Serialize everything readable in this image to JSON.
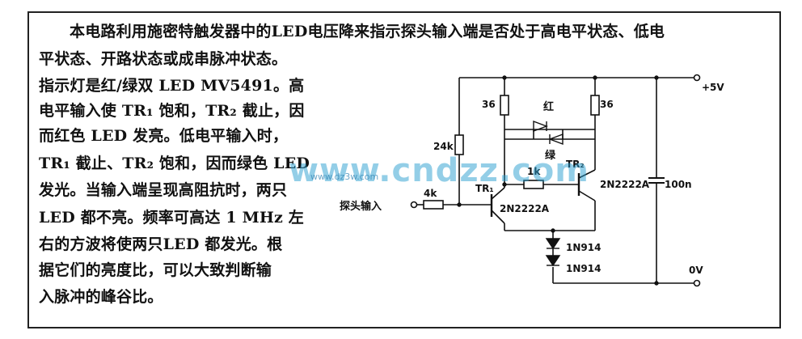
{
  "text_lines": [
    "本电路利用施密特触发器中的LED电压降来指示探头输入端是否处于高电平状态、低电",
    "平状态、开路状态或成串脉冲状态。",
    "指示灯是红/绿双 LED MV5491。高",
    "电平输入使 TR₁ 饱和，TR₂ 截止，因",
    "而红色 LED 发亮。低电平输入时，",
    "TR₁ 截止、TR₂ 饱和，因而绿色 LED",
    "发光。当输入端呈现高阻抗时，两只",
    "LED 都不亮。频率可高达 1 MHz 左",
    "右的方波将使两只LED 都发光。根",
    "据它们的亮度比，可以大致判断输",
    "入脉冲的峰谷比。"
  ],
  "schematic": {
    "supply_label": "+5V",
    "ground_label": "0V",
    "r1_label": "36",
    "r2_label": "36",
    "r3_label": "24k",
    "r4_label": "1k",
    "r5_label": "4k",
    "cap_label": "100n",
    "tr1_label": "TR₁",
    "tr1_part": "2N2222A",
    "tr2_label": "TR₂",
    "tr2_part": "2N2222A",
    "d1_label": "1N914",
    "d2_label": "1N914",
    "red_label": "红",
    "green_label": "绿",
    "input_label": "探头输入"
  },
  "watermark": {
    "main": "www.cndzz.com",
    "sub": "www.dz3w.com"
  }
}
